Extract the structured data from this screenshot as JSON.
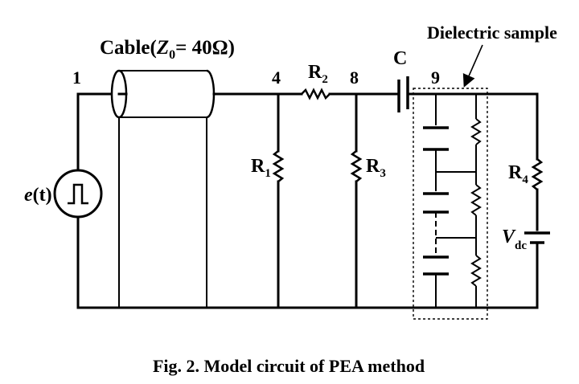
{
  "labels": {
    "cable_prefix": "Cable(",
    "cable_z": "Z",
    "cable_sub": "0",
    "cable_value": "= 40Ω)",
    "node_1": "1",
    "node_4": "4",
    "node_8": "8",
    "node_9": "9",
    "r1": "R",
    "r1_sub": "1",
    "r2": "R",
    "r2_sub": "2",
    "r3": "R",
    "r3_sub": "3",
    "r4": "R",
    "r4_sub": "4",
    "cap": "C",
    "source_e": "e",
    "source_t": "(t)",
    "vdc_v": "V",
    "vdc_sub": "dc",
    "sample": "Dielectric sample",
    "caption": "Fig. 2. Model circuit of PEA method"
  }
}
